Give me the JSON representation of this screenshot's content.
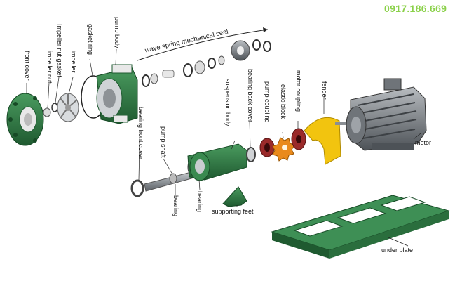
{
  "watermark": {
    "phone": "0917.186.669",
    "color": "#8bd14a"
  },
  "labels": {
    "front_cover": "front cover",
    "impeller_nut": "impeller nut",
    "impeller_nut_gasket": "Impeller nut gasket",
    "impeller": "impeller",
    "gasket_ring": "gasket ring",
    "pump_body": "pump body",
    "wave_spring_seal": "wave spring mechanical seal",
    "bearing_front_cover": "bearing front cover",
    "pump_shaft": "pump shaft",
    "bearing_1": "bearing",
    "bearing_2": "bearing",
    "suspension_body": "suspension body",
    "bearing_back_cover": "bearing back cover",
    "pump_coupling": "pump coupling",
    "elastic_block": "elastic block",
    "motor_coupling": "motor coupling",
    "fender": "fender",
    "motor": "motor",
    "supporting_feet": "supporting feet",
    "under_plate": "under plate"
  },
  "colors": {
    "green": "#2f7a45",
    "green_dark": "#1f5a30",
    "green_light": "#4a9b5f",
    "grey": "#8a8f94",
    "grey_dark": "#4d5257",
    "yellow": "#f2c40f",
    "coupling": "#9a2a2a",
    "elastic": "#e98a1c",
    "white": "#f2f2f2"
  }
}
